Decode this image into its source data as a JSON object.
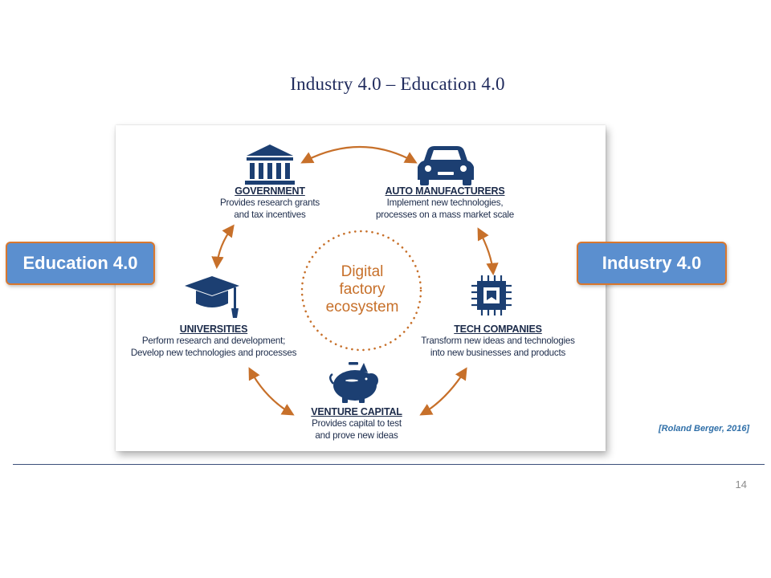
{
  "slide": {
    "title": "Industry 4.0 – Education 4.0",
    "left_tag": "Education 4.0",
    "right_tag": "Industry 4.0",
    "citation": "[Roland Berger, 2016]",
    "page_number": "14"
  },
  "diagram": {
    "center": [
      "Digital",
      "factory",
      "ecosystem"
    ],
    "nodes": {
      "government": {
        "name": "GOVERNMENT",
        "desc": [
          "Provides research grants",
          "and tax incentives"
        ],
        "icon": "bank-building-icon"
      },
      "auto": {
        "name": "AUTO MANUFACTURERS",
        "desc": [
          "Implement new technologies,",
          "processes on a mass market scale"
        ],
        "icon": "car-icon"
      },
      "tech": {
        "name": "TECH COMPANIES",
        "desc": [
          "Transform new ideas and technologies",
          "into new businesses and products"
        ],
        "icon": "microchip-icon"
      },
      "venture": {
        "name": "VENTURE CAPITAL",
        "desc": [
          "Provides capital to test",
          "and prove new ideas"
        ],
        "icon": "piggy-bank-icon"
      },
      "universities": {
        "name": "UNIVERSITIES",
        "desc": [
          "Perform research and development;",
          "Develop new technologies and processes"
        ],
        "icon": "graduation-cap-icon"
      }
    },
    "colors": {
      "navy": "#1c3f72",
      "orange": "#c7702a",
      "tag_blue": "#5b8fcf",
      "tag_border": "#d8772e"
    }
  }
}
